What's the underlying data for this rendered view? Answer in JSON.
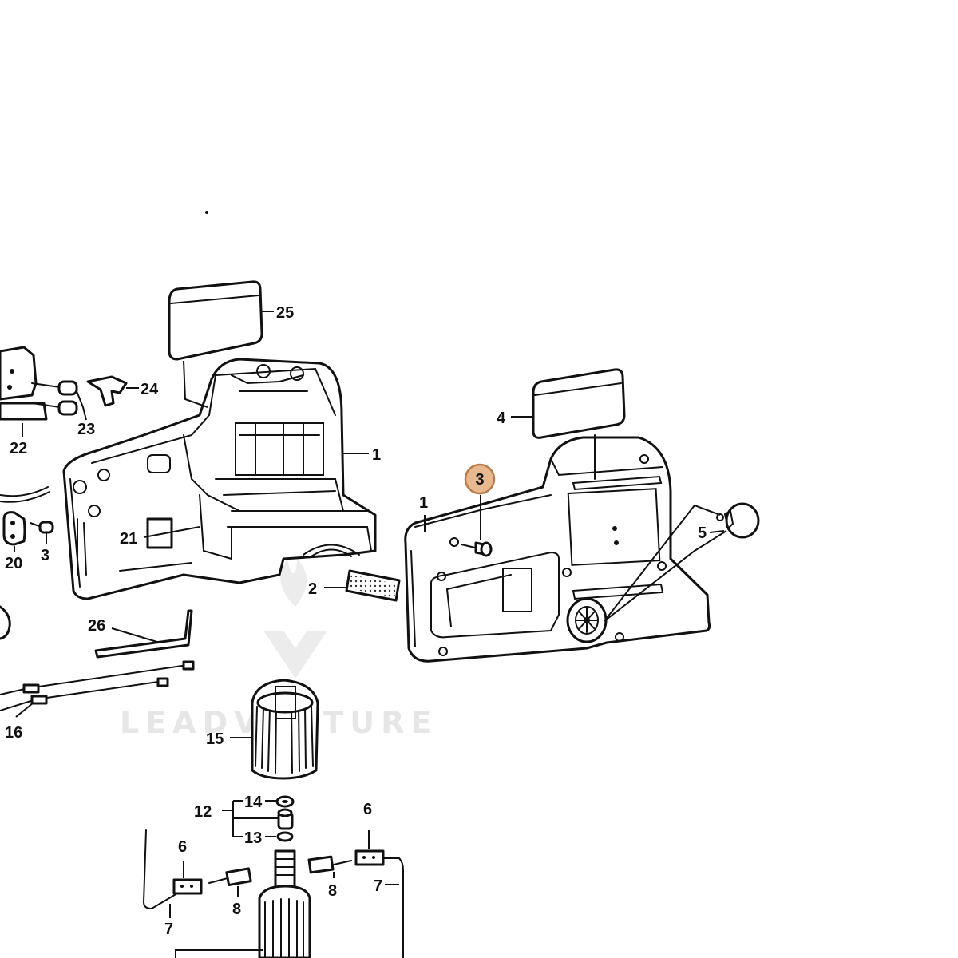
{
  "highlight": {
    "label": "3",
    "fill": "#e8b98f",
    "stroke": "#b87a4b"
  },
  "labels": {
    "l25": "25",
    "l24": "24",
    "l23": "23",
    "l22": "22",
    "l1a": "1",
    "l1b": "1",
    "l4": "4",
    "l5": "5",
    "l21": "21",
    "l20": "20",
    "l3b": "3",
    "l2": "2",
    "l26": "26",
    "l16": "16",
    "l15": "15",
    "l12": "12",
    "l14": "14",
    "l13": "13",
    "l6a": "6",
    "l6b": "6",
    "l7a": "7",
    "l7b": "7",
    "l8a": "8",
    "l8b": "8"
  },
  "watermark": {
    "text": "LEADVENTURE",
    "color": "#e6e6e6"
  }
}
